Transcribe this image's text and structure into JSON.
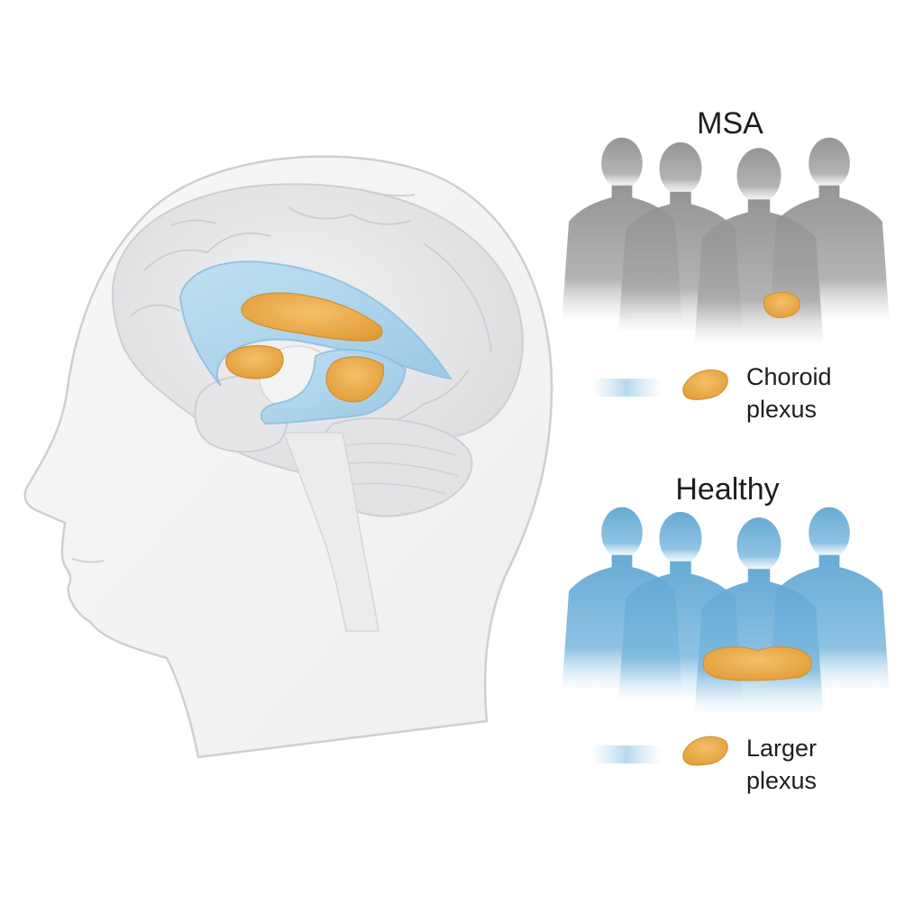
{
  "msa": {
    "title": "MSA",
    "legend_line1": "Choroid",
    "legend_line2": "plexus"
  },
  "healthy": {
    "title": "Healthy",
    "legend_line1": "Larger",
    "legend_line2": "plexus"
  },
  "colors": {
    "msa_silhouette": "#9a9a9a",
    "healthy_silhouette": "#6fb0d8",
    "plexus": "#e9a53f",
    "ventricle": "#a9d3ec",
    "brain": "#e6e6e8",
    "head_outline": "#c9c9c9"
  }
}
